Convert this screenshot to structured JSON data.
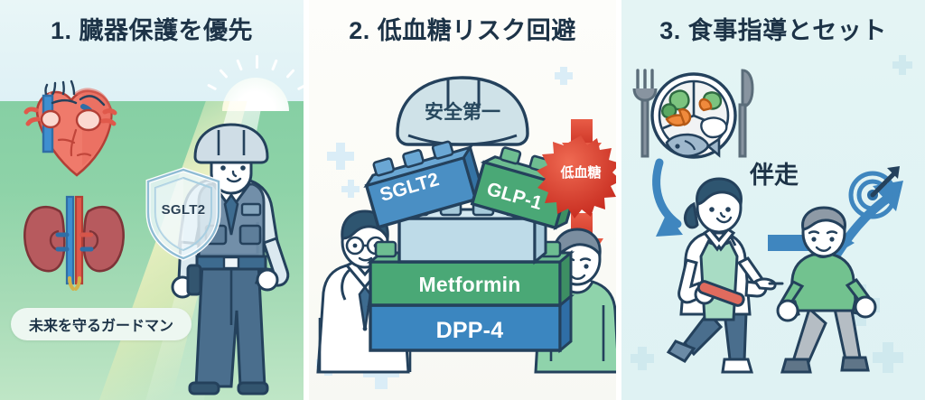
{
  "image": {
    "kind": "three-panel infographic",
    "language": "ja",
    "panel_count": 3
  },
  "panels": [
    {
      "id": "panel-1",
      "number": "1.",
      "title": "1. 臓器保護を優先",
      "title_color": "#1d3347",
      "background_top_color": "#d8eef5",
      "background_bottom_color": "#93d4aa",
      "shield_label": "SGLT2",
      "caption_pill": "未来を守るガードマン",
      "icons": [
        "heart-icon",
        "kidneys-icon",
        "shield-icon",
        "guard-person-icon",
        "sunrise-icon"
      ]
    },
    {
      "id": "panel-2",
      "number": "2.",
      "title": "2. 低血糖リスク回避",
      "title_color": "#1d3347",
      "background_color": "#fbfbf6",
      "helmet_label": "安全第一",
      "warning_badge": "低血糖",
      "warning_color": "#d13a2c",
      "blocks": [
        {
          "label": "SGLT2",
          "color": "#4a8fc4",
          "style": "tilted-left"
        },
        {
          "label": "GLP-1",
          "color": "#4aa876",
          "style": "tilted-right"
        },
        {
          "label": "Metformin",
          "color": "#4aa876",
          "style": "base-upper"
        },
        {
          "label": "DPP-4",
          "color": "#3b86c0",
          "style": "base-lower"
        }
      ],
      "icons": [
        "helmet-icon",
        "doctor-icon",
        "patient-icon",
        "down-arrow-icon",
        "starburst-icon",
        "plus-decoration-icon"
      ]
    },
    {
      "id": "panel-3",
      "number": "3.",
      "title": "3. 食事指導とセット",
      "title_color": "#1d3347",
      "background_color": "#e0f3f4",
      "center_label": "伴走",
      "accent_color": "#3f86bf",
      "icons": [
        "meal-plate-icon",
        "fork-icon",
        "knife-icon",
        "dietitian-running-icon",
        "baton-icon",
        "walking-patient-icon",
        "target-icon",
        "curved-arrow-icon",
        "up-arrow-icon",
        "plus-decoration-icon"
      ]
    }
  ]
}
